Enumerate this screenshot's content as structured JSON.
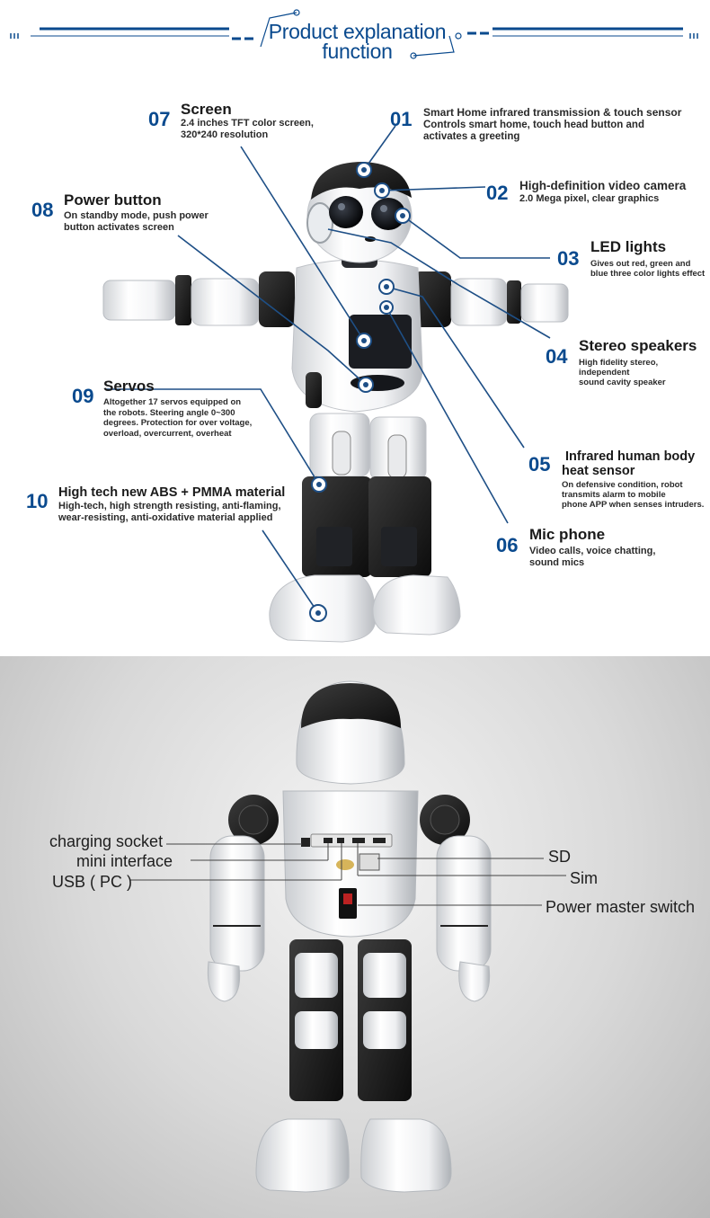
{
  "header": {
    "title_line1": "Product explanation",
    "title_line2": "function"
  },
  "colors": {
    "accent": "#0a4a8e",
    "marker": "#1e4f86"
  },
  "features": [
    {
      "num": "01",
      "title": "",
      "desc": "Smart Home infrared transmission & touch sensor Controls smart home, touch head button and activates a greeting"
    },
    {
      "num": "02",
      "title": "",
      "desc": "High-definition video camera 2.0 Mega pixel, clear graphics"
    },
    {
      "num": "03",
      "title": "LED lights",
      "desc": "Gives out red, green and blue three color lights effect"
    },
    {
      "num": "04",
      "title": "Stereo speakers",
      "desc": "High fidelity stereo, independent sound cavity speaker"
    },
    {
      "num": "05",
      "title": "Infrared human body heat sensor",
      "desc": "On defensive condition, robot transmits alarm to mobile phone APP when senses intruders."
    },
    {
      "num": "06",
      "title": "Mic phone",
      "desc": "Video calls, voice chatting, sound mics"
    },
    {
      "num": "07",
      "title": "Screen",
      "desc": "2.4 inches TFT color screen, 320*240 resolution"
    },
    {
      "num": "08",
      "title": "Power button",
      "desc": "On standby mode, push power button activates screen"
    },
    {
      "num": "09",
      "title": "Servos",
      "desc": "Altogether 17 servos equipped on the robots. Steering angle 0~300 degrees. Protection for over voltage, overload, overcurrent, overheat"
    },
    {
      "num": "10",
      "title": "High tech new ABS + PMMA material",
      "desc": "High-tech, high strength resisting, anti-flaming, wear-resisting, anti-oxidative material applied"
    }
  ],
  "feature_text": {
    "f01_title": "Smart Home infrared transmission & touch sensor",
    "f01_desc1": "Controls smart home, touch head button and",
    "f01_desc2": "activates a greeting",
    "f02_title": "High-definition video camera",
    "f02_desc": "2.0 Mega pixel, clear graphics",
    "f03_desc1": "Gives out red, green and",
    "f03_desc2": " blue three color lights effect",
    "f04_desc1": "High fidelity stereo, independent",
    "f04_desc2": "sound cavity speaker",
    "f05_title1": "Infrared human body",
    "f05_title2": "heat sensor",
    "f05_desc1": "On defensive condition, robot",
    "f05_desc2": "transmits alarm to mobile",
    "f05_desc3": "phone APP when senses intruders.",
    "f06_desc1": "Video calls, voice chatting,",
    "f06_desc2": "sound mics",
    "f07_desc1": "2.4 inches TFT color screen,",
    "f07_desc2": "320*240 resolution",
    "f08_desc1": "On standby mode, push power",
    "f08_desc2": "button activates screen",
    "f09_desc1": "Altogether 17 servos equipped on",
    "f09_desc2": "the robots. Steering angle 0~300",
    "f09_desc3": "degrees. Protection for over voltage,",
    "f09_desc4": "overload, overcurrent, overheat",
    "f10_desc1": "High-tech, high strength resisting, anti-flaming,",
    "f10_desc2": "wear-resisting, anti-oxidative material applied"
  },
  "ports": {
    "charging": "charging socket",
    "mini": "mini interface",
    "usb": "USB ( PC )",
    "sd": "SD",
    "sim": "Sim",
    "power": "Power master switch"
  }
}
